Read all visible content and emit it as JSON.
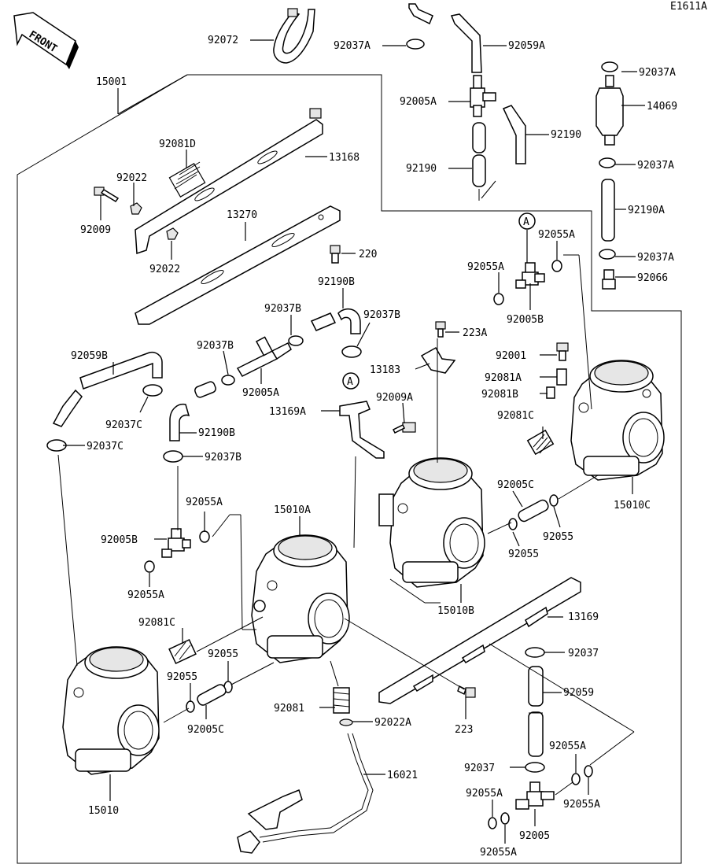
{
  "figure_code": "E1611A",
  "front_label": "FRONT",
  "refs": {
    "A": "A"
  },
  "parts": {
    "p15001": "15001",
    "p92072": "92072",
    "p92037A_top": "92037A",
    "p92059A": "92059A",
    "p92005A_top": "92005A",
    "p92190_right": "92190",
    "p92190_left": "92190",
    "p92037A_r1": "92037A",
    "p14069": "14069",
    "p92037A_r2": "92037A",
    "p92190A": "92190A",
    "p92037A_r3": "92037A",
    "p92066": "92066",
    "p92081D": "92081D",
    "p13168": "13168",
    "p92022_a": "92022",
    "p92009": "92009",
    "p13270": "13270",
    "p220": "220",
    "p92022_b": "92022",
    "p92055A_1": "92055A",
    "p92055A_2": "92055A",
    "p92005B_1": "92005B",
    "p92190B_1": "92190B",
    "p92037B_1": "92037B",
    "p92037B_2": "92037B",
    "p92037B_3": "92037B",
    "p92005A_mid": "92005A",
    "p223A": "223A",
    "p13183": "13183",
    "p92001": "92001",
    "p92081A": "92081A",
    "p92081B": "92081B",
    "p92081C_1": "92081C",
    "p92059B": "92059B",
    "p92037C_1": "92037C",
    "p92037C_2": "92037C",
    "p92190B_2": "92190B",
    "p92037B_4": "92037B",
    "p13169A": "13169A",
    "p92009A": "92009A",
    "p15010C": "15010C",
    "p92055A_3": "92055A",
    "p15010A": "15010A",
    "p92005B_2": "92005B",
    "p92055A_4": "92055A",
    "p92005C_1": "92005C",
    "p92055_1": "92055",
    "p92055_2": "92055",
    "p92081C_2": "92081C",
    "p15010B": "15010B",
    "p13169": "13169",
    "p92055_3": "92055",
    "p92055_4": "92055",
    "p92005C_2": "92005C",
    "p92037_1": "92037",
    "p92059": "92059",
    "p92081": "92081",
    "p92022A": "92022A",
    "p223": "223",
    "p92055A_5": "92055A",
    "p92037_2": "92037",
    "p16021": "16021",
    "p15010": "15010",
    "p92055A_6": "92055A",
    "p92055A_7": "92055A",
    "p92005": "92005",
    "p92055A_8": "92055A"
  }
}
